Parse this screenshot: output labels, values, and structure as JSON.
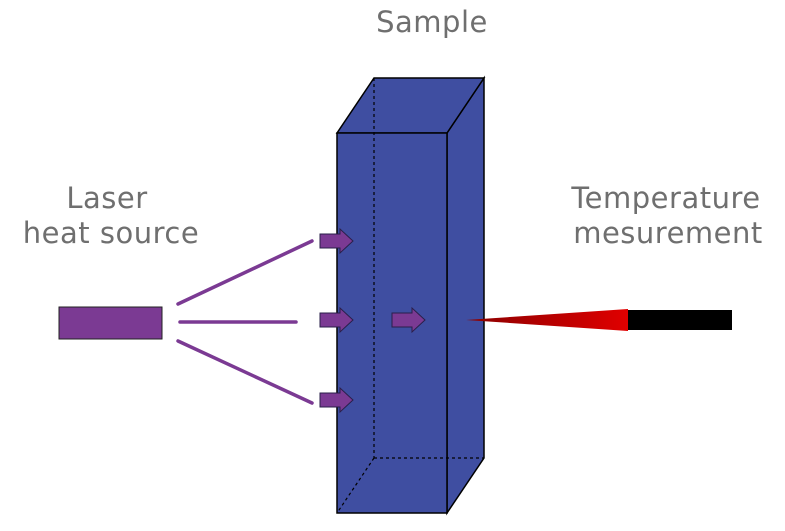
{
  "labels": {
    "sample": "Sample",
    "laser_line1": "Laser",
    "laser_line2": "heat source",
    "temp_line1": "Temperature",
    "temp_line2": "mesurement"
  },
  "colors": {
    "sample_fill": "#3f4ea1",
    "laser_fill": "#7b3a93",
    "beam": "#7b3a93",
    "probe_tip": "#d40000",
    "probe_body": "#000000",
    "label_text": "#6f6f6f"
  }
}
